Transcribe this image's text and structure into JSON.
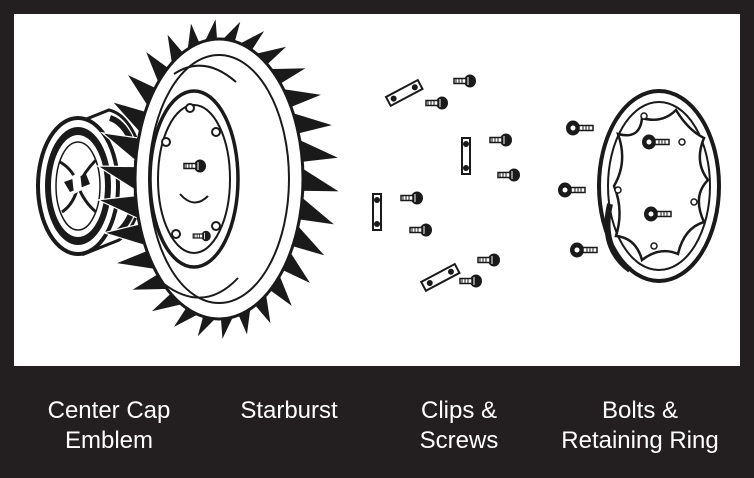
{
  "diagram": {
    "colors": {
      "frame": "#231f20",
      "panel": "#ffffff",
      "ink": "#1a1a1a",
      "label_text": "#ffffff"
    },
    "parts": [
      {
        "id": "center-cap",
        "icon": "center-cap-emblem-icon",
        "label_line1": "Center Cap",
        "label_line2": "Emblem"
      },
      {
        "id": "starburst",
        "icon": "starburst-icon",
        "label_line1": "Starburst",
        "label_line2": ""
      },
      {
        "id": "clips",
        "icon": "clips-screws-icon",
        "label_line1": "Clips &",
        "label_line2": "Screws"
      },
      {
        "id": "ring",
        "icon": "retaining-ring-icon",
        "label_line1": "Bolts &",
        "label_line2": "Retaining Ring"
      }
    ]
  }
}
